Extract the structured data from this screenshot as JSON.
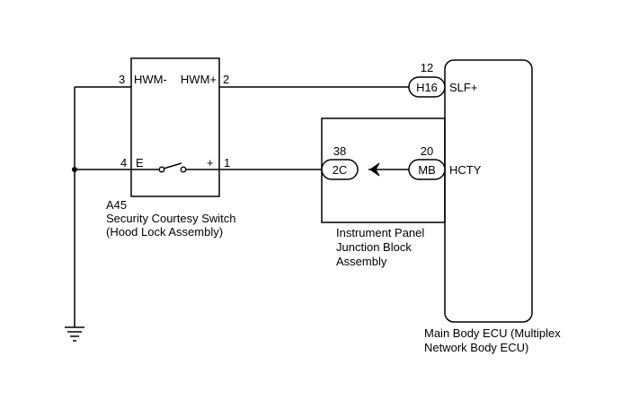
{
  "switch": {
    "code": "A45",
    "name_line1": "Security Courtesy Switch",
    "name_line2": "(Hood Lock Assembly)",
    "pin_hwm_minus_num": "3",
    "pin_hwm_minus": "HWM-",
    "pin_hwm_plus": "HWM+",
    "pin_hwm_plus_num": "2",
    "pin_e_num": "4",
    "pin_e": "E",
    "pin_plus": "+",
    "pin_plus_num": "1"
  },
  "junction_block": {
    "name_line1": "Instrument Panel",
    "name_line2": "Junction Block",
    "name_line3": "Assembly",
    "connector": "2C",
    "connector_pin": "38"
  },
  "ecu": {
    "name_line1": "Main Body ECU (Multiplex",
    "name_line2": "Network Body ECU)",
    "connector_top": "H16",
    "connector_top_pin": "12",
    "terminal_top": "SLF+",
    "connector_mid": "MB",
    "connector_mid_pin": "20",
    "terminal_mid": "HCTY"
  }
}
